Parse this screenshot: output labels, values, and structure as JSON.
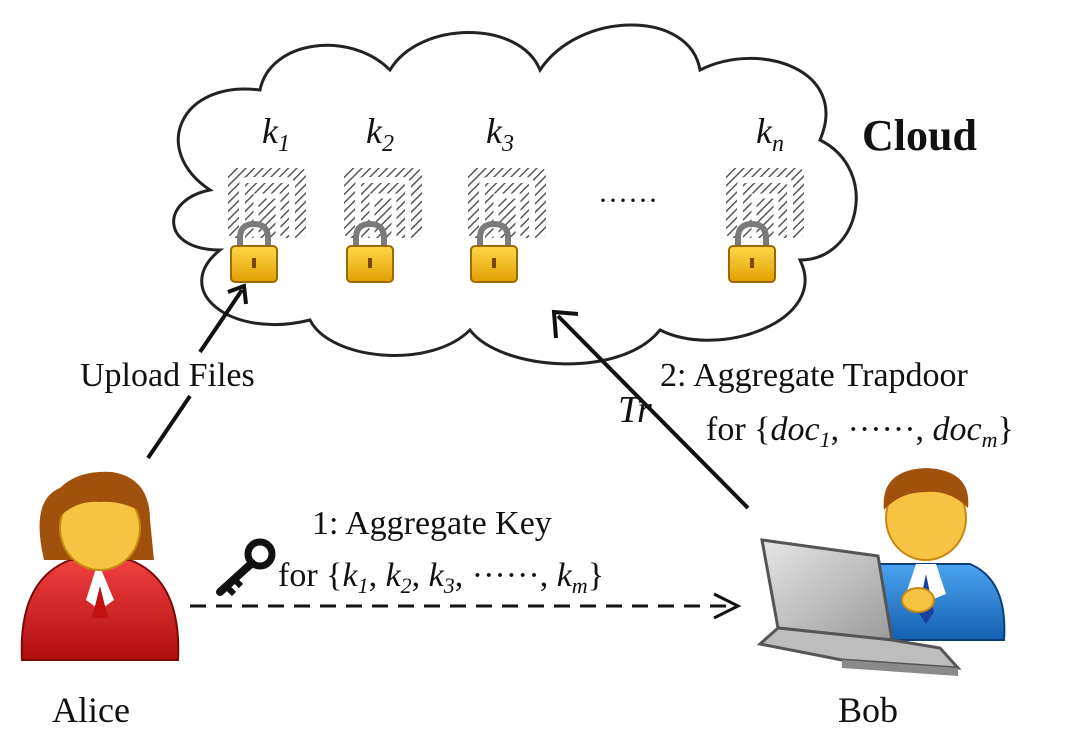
{
  "cloud": {
    "title": "Cloud",
    "keys": [
      {
        "base": "k",
        "sub": "1"
      },
      {
        "base": "k",
        "sub": "2"
      },
      {
        "base": "k",
        "sub": "3"
      },
      {
        "base": "k",
        "sub": "n"
      }
    ],
    "ellipsis": "······"
  },
  "alice": {
    "name": "Alice",
    "upload_label": "Upload Files"
  },
  "bob": {
    "name": "Bob"
  },
  "trapdoor": {
    "tr_label": "Tr",
    "line1": "2: Aggregate Trapdoor",
    "for_word": "for",
    "open_brace": "{",
    "doc_first_base": "doc",
    "doc_first_sub": "1",
    "comma": ",",
    "dots": "······",
    "doc_last_base": "doc",
    "doc_last_sub": "m",
    "close_brace": "}"
  },
  "aggregate_key": {
    "line1": "1: Aggregate Key",
    "for_word": "for",
    "open_brace": "{",
    "k": "k",
    "subs": [
      "1",
      "2",
      "3"
    ],
    "comma": ",",
    "dots": "······",
    "last_sub": "m",
    "close_brace": "}"
  },
  "colors": {
    "lock_body": "#f2b705",
    "lock_edge": "#9a6a00",
    "alice_red": "#d81b1b",
    "bob_blue": "#1f7fd6",
    "skin": "#f6c343",
    "hair": "#a0520d"
  }
}
